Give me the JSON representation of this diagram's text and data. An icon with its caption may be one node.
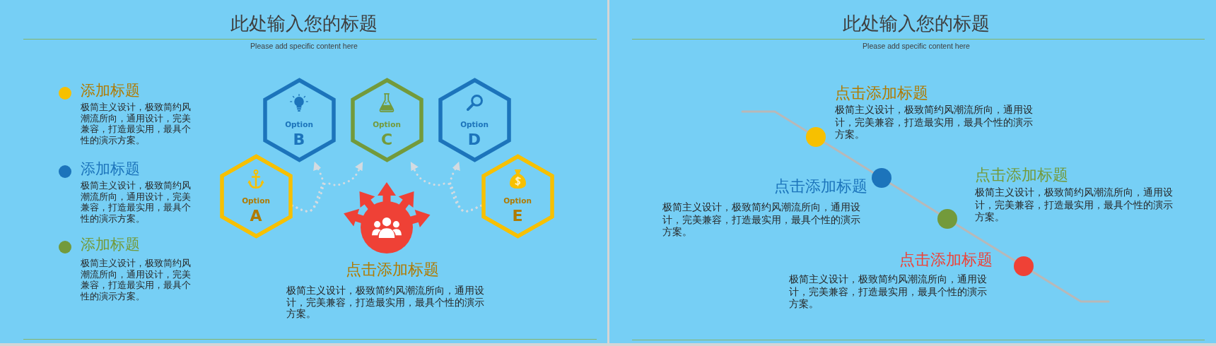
{
  "diagram": {
    "title": "此处输入您的标题",
    "nodes": [
      {
        "text": [
          "Option",
          "A"
        ]
      },
      {
        "text": [
          "Option",
          "B"
        ]
      },
      {
        "text": [
          "Option",
          "C"
        ]
      },
      {
        "text": [
          "Option",
          "D"
        ]
      },
      {
        "text": [
          "Option",
          "E"
        ]
      },
      {
        "text": [],
        "shape": "circle",
        "beside": [
          "点击添加标题",
          "极简主义设计，极致简约风潮流所向，通用设计，完美兼容，打造最实用，最具个性的演示方案。"
        ]
      },
      {
        "text": [],
        "shape": "circle",
        "beside": [
          "点击添加标题",
          "极简主义设计，极致简约风潮流所向，通用设计，完美兼容，打造最实用，最具个性的演示方案。"
        ]
      },
      {
        "text": [],
        "shape": "circle",
        "beside": [
          "点击添加标题",
          "极简主义设计，极致简约风潮流所向，通用设计，完美兼容，打造最实用，最具个性的演示方案。"
        ]
      },
      {
        "text": [],
        "shape": "circle",
        "beside": [
          "点击添加标题",
          "极简主义设计，极致简约风潮流所向，通用设计，完美兼容，打造最实用，最具个性的演示方案。"
        ]
      },
      {
        "text": [],
        "shape": "circle",
        "beside": [
          "点击添加标题",
          "极简主义设计，极致简约风潮流所向，通用设计，完美兼容，打造最实用，最具个性的演示方案。"
        ]
      }
    ],
    "edges": [
      {
        "from": 0,
        "to": 1,
        "arrow": "to",
        "style": "dashed"
      },
      {
        "from": 0,
        "to": 2,
        "arrow": "to",
        "style": "dashed"
      },
      {
        "from": 4,
        "to": 3,
        "arrow": "to",
        "style": "dashed"
      },
      {
        "from": 4,
        "to": 2,
        "arrow": "to",
        "style": "dashed"
      },
      {
        "from": null,
        "to": 6,
        "arrow": "none"
      },
      {
        "from": 6,
        "to": 7,
        "arrow": "none"
      },
      {
        "from": 7,
        "to": 8,
        "arrow": "none"
      },
      {
        "from": 8,
        "to": 9,
        "arrow": "none"
      },
      {
        "from": 9,
        "to": null,
        "arrow": "none"
      }
    ],
    "labels": [
      "Please add specific content here",
      "添加标题",
      "极简主义设计，极致简约风潮流所向，通用设计，完美兼容，打造最实用，最具个性的演示方案。",
      "添加标题",
      "极简主义设计，极致简约风潮流所向，通用设计，完美兼容，打造最实用，最具个性的演示方案。",
      "添加标题",
      "极简主义设计，极致简约风潮流所向，通用设计，完美兼容，打造最实用，最具个性的演示方案。",
      "此处输入您的标题",
      "Please add specific content here"
    ]
  }
}
